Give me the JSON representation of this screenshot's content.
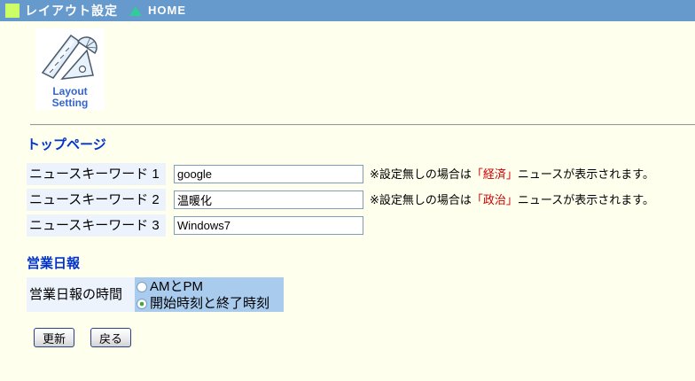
{
  "header": {
    "title": "レイアウト設定",
    "home_label": "HOME"
  },
  "icon": {
    "caption_line1": "Layout",
    "caption_line2": "Setting"
  },
  "sections": {
    "top_page_title": "トップページ",
    "sales_report_title": "営業日報"
  },
  "form": {
    "keyword_rows": [
      {
        "label": "ニュースキーワード 1",
        "value": "google",
        "note_prefix": "※設定無しの場合は",
        "note_red": "「経済」",
        "note_suffix": "ニュースが表示されます。"
      },
      {
        "label": "ニュースキーワード 2",
        "value": "温暖化",
        "note_prefix": "※設定無しの場合は",
        "note_red": "「政治」",
        "note_suffix": "ニュースが表示されます。"
      },
      {
        "label": "ニュースキーワード 3",
        "value": "Windows7"
      }
    ],
    "report_time": {
      "label": "営業日報の時間",
      "options": [
        {
          "label": "AMとPM",
          "selected": false
        },
        {
          "label": "開始時刻と終了時刻",
          "selected": true
        }
      ]
    }
  },
  "buttons": {
    "update": "更新",
    "back": "戻る"
  },
  "colors": {
    "header_bar": "#6699cc",
    "header_square": "#ccff66",
    "home_triangle": "#33cc99",
    "page_background": "#ffffee",
    "label_cell": "#edf3fc",
    "radio_cell_highlight": "#a8cbee",
    "section_heading": "#0033cc",
    "note_highlight_red": "#cc0000",
    "radio_dot_green": "#2fae2f"
  }
}
